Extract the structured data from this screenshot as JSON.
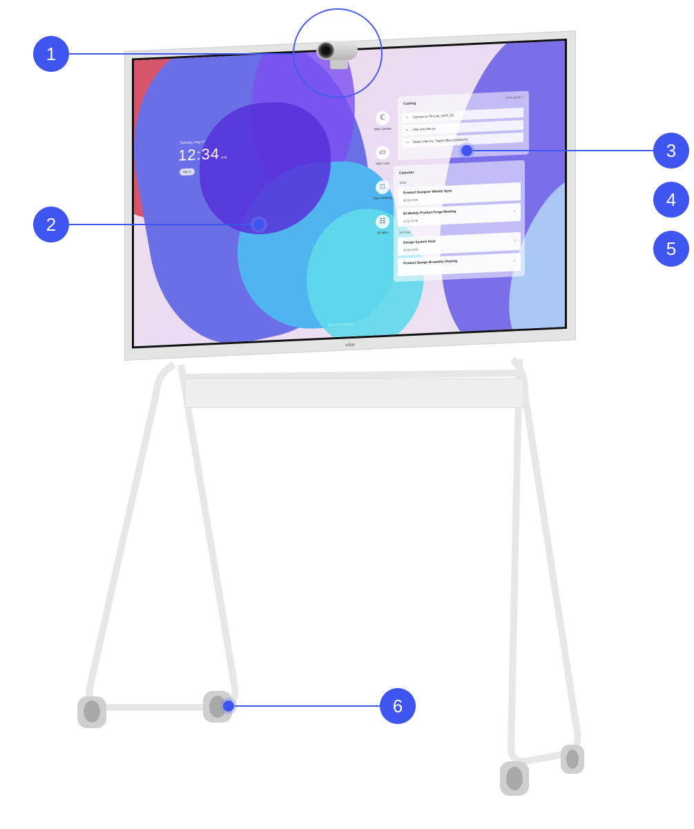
{
  "display": {
    "brand": "vibe",
    "clock": {
      "date": "Tuesday, Aug 27",
      "time": "12:34",
      "ampm": "AM",
      "sign_in": "Sign in"
    },
    "apps": [
      {
        "label": "Vibe Canvas",
        "icon": "canvas-icon"
      },
      {
        "label": "Vibe Cast",
        "icon": "cast-icon"
      },
      {
        "label": "Start meeting",
        "icon": "video-icon"
      },
      {
        "label": "All apps",
        "icon": "grid-icon"
      }
    ],
    "touch_hint": "Touch to Start",
    "casting": {
      "title": "Casting",
      "view_guide": "View guide >",
      "rows": [
        {
          "icon": "wifi-icon",
          "text": "Connect to TP-Link_51F0_5G"
        },
        {
          "icon": "link-icon",
          "text": "Visit one.vibe.us"
        },
        {
          "icon": "monitor-icon",
          "text": "Select Vibe Inc. Taipei Office (XHA21%)"
        }
      ]
    },
    "calendar": {
      "title": "Calendar",
      "today_label": "Today",
      "today_events": [
        {
          "title": "Product Designer Weekly Sync",
          "time": "09:30-10:30"
        },
        {
          "title": "Bi-Weekly Product Forge Meeting",
          "time": "11:30-12:00"
        }
      ],
      "friday_label": "26 Friday",
      "friday_events": [
        {
          "title": "Design System Hour",
          "time": "09:00-10:00"
        },
        {
          "title": "Product Design Bi-weekly Sharing",
          "time": ""
        }
      ]
    }
  },
  "callouts": [
    {
      "number": "1"
    },
    {
      "number": "2"
    },
    {
      "number": "3"
    },
    {
      "number": "4"
    },
    {
      "number": "5"
    },
    {
      "number": "6"
    }
  ],
  "colors": {
    "accent": "#3f55ef",
    "frame": "#e4e4e4",
    "stand": "#e7e7e7"
  }
}
